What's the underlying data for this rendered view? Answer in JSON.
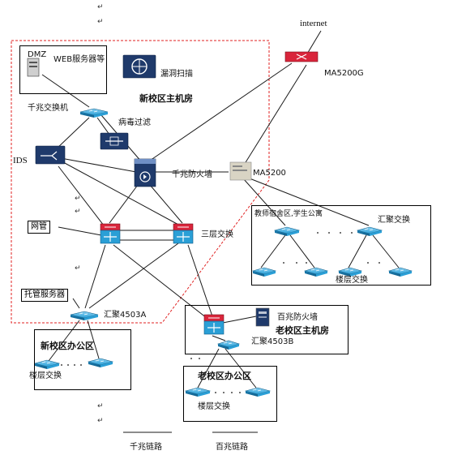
{
  "diagram": {
    "labels": {
      "internet": "internet",
      "ma5200g": "MA5200G",
      "dmz": "DMZ",
      "web_server": "WEB服务器等",
      "vuln_scan": "漏洞扫描",
      "new_main_room": "新校区主机房",
      "gigabit_switch": "千兆交换机",
      "virus_filter": "病毒过滤",
      "ids": "IDS",
      "gigabit_firewall": "千兆防火墙",
      "ma5200": "MA5200",
      "net_mgmt": "网管",
      "layer3_switch": "三层交换",
      "dorm_area": "教师宿舍区,学生公寓",
      "aggregation_switch": "汇聚交换",
      "floor_switch_right": "楼层交换",
      "hosting_server": "托管服务器",
      "agg_4503a": "汇聚4503A",
      "fast_firewall": "百兆防火墙",
      "old_main_room": "老校区主机房",
      "agg_4503b": "汇聚4503B",
      "new_office": "新校区办公区",
      "floor_switch_new": "楼层交换",
      "old_office": "老校区办公区",
      "floor_switch_old": "楼层交换",
      "legend_gigabit": "千兆链路",
      "legend_fast": "百兆链路"
    },
    "colors": {
      "line": "#1a1a1a",
      "red_dashed_boundary": "#e02020",
      "switch_blue": "#2a9fd6",
      "router_red": "#d9253b",
      "server_navy": "#1f3a6b",
      "firewall_gray": "#d9d4c4"
    }
  }
}
